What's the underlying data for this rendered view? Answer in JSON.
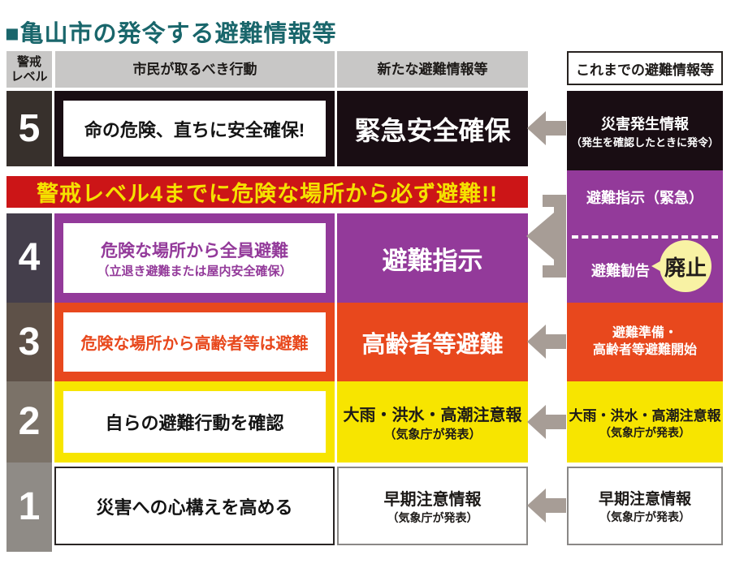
{
  "title": "■亀山市の発令する避難情報等",
  "header": {
    "level_line1": "警戒",
    "level_line2": "レベル",
    "action": "市民が取るべき行動",
    "new_info": "新たな避難情報等",
    "old_info": "これまでの避難情報等"
  },
  "banner": "警戒レベル4までに危険な場所から必ず避難!!",
  "levels": {
    "l5": {
      "num": "5",
      "action": "命の危険、直ちに安全確保!",
      "new_info": "緊急安全確保",
      "old_line1": "災害発生情報",
      "old_line2": "（発生を確認したときに発令）"
    },
    "l4": {
      "num": "4",
      "action_line1": "危険な場所から全員避難",
      "action_line2": "（立退き避難または屋内安全確保）",
      "new_info": "避難指示",
      "old_top": "避難指示（緊急）",
      "old_bottom": "避難勧告",
      "abolished": "廃止"
    },
    "l3": {
      "num": "3",
      "action": "危険な場所から高齢者等は避難",
      "new_info": "高齢者等避難",
      "old_line1": "避難準備・",
      "old_line2": "高齢者等避難開始"
    },
    "l2": {
      "num": "2",
      "action": "自らの避難行動を確認",
      "new_line1": "大雨・洪水・高潮注意報",
      "new_line2": "（気象庁が発表）",
      "old_line1": "大雨・洪水・高潮注意報",
      "old_line2": "（気象庁が発表）"
    },
    "l1": {
      "num": "1",
      "action": "災害への心構えを高める",
      "new_line1": "早期注意情報",
      "new_line2": "（気象庁が発表）",
      "old_line1": "早期注意情報",
      "old_line2": "（気象庁が発表）"
    }
  },
  "colors": {
    "title_teal": "#19666b",
    "banner_bg": "#cc1517",
    "banner_text": "#f5e100",
    "level5_row": "#190d13",
    "level4_row": "#933a9a",
    "level3_row": "#e8481d",
    "level2_row": "#f7e500",
    "level1_row": "#ffffff",
    "badge5": "#37302c",
    "badge4": "#443e4b",
    "badge3": "#5e5148",
    "badge2": "#7b7268",
    "badge1": "#8f8b86",
    "header_gray": "#c8c7c6",
    "arrow_gray": "#a79d96",
    "abolished_bubble": "#f8f2a4"
  }
}
